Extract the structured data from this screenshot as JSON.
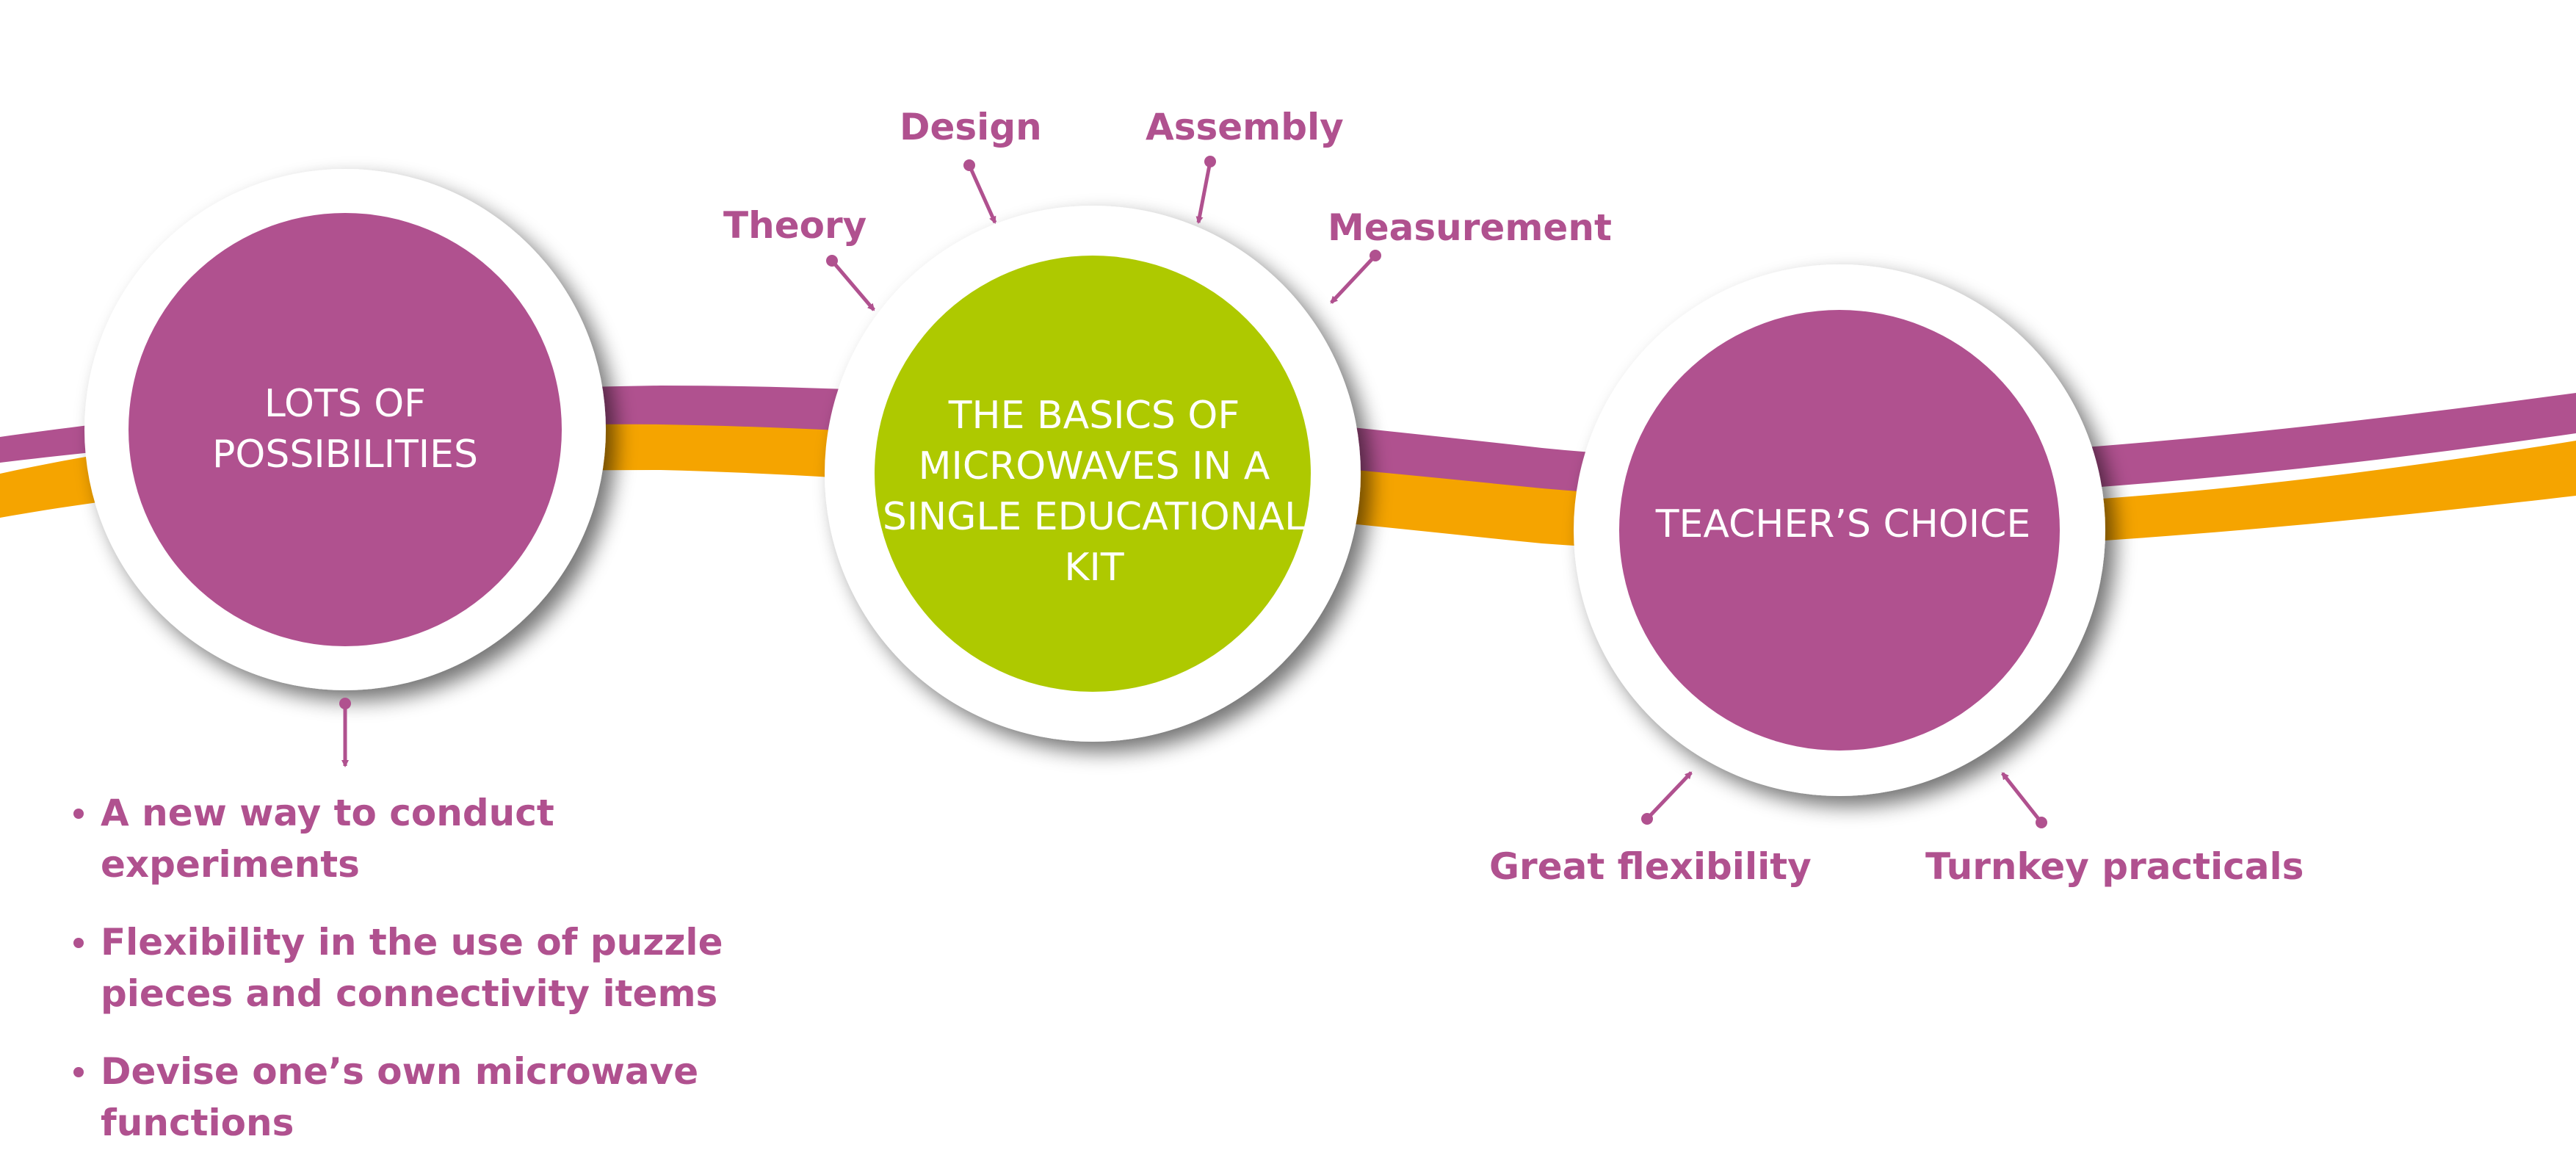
{
  "colors": {
    "purple": "#b0518f",
    "green": "#aec900",
    "orange": "#f5a400",
    "white": "#ffffff"
  },
  "circles": {
    "left": "LOTS OF POSSIBILITIES",
    "center": "THE BASICS OF MICROWAVES IN A SINGLE EDUCATIONAL KIT",
    "right": "TEACHER’S CHOICE"
  },
  "labels": {
    "theory": "Theory",
    "design": "Design",
    "assembly": "Assembly",
    "measurement": "Measurement",
    "great_flexibility": "Great flexibility",
    "turnkey_practicals": "Turnkey practicals"
  },
  "bullets": [
    "A new way to conduct experiments",
    "Flexibility in the use of puzzle pieces and connectivity items",
    "Devise one’s own microwave functions"
  ]
}
